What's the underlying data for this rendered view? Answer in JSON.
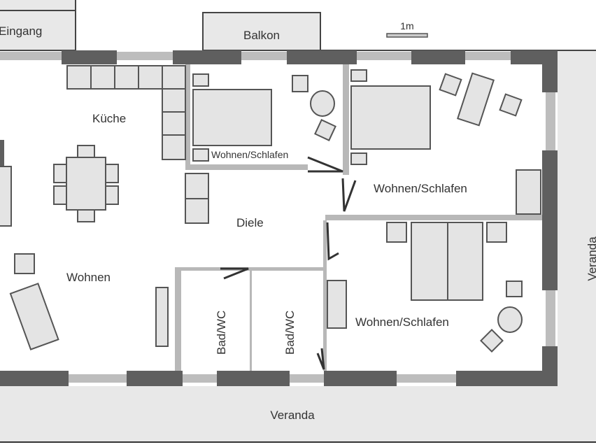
{
  "plan": {
    "scale_label": "1m",
    "rooms": {
      "entrance": "Eingang",
      "balcony": "Balkon",
      "kitchen": "Küche",
      "bedroom_1": "Wohnen/Schlafen",
      "bedroom_2": "Wohnen/Schlafen",
      "bedroom_3": "Wohnen/Schlafen",
      "hallway": "Diele",
      "living": "Wohnen",
      "bath_1": "Bad/WC",
      "bath_2": "Bad/WC",
      "veranda_bottom": "Veranda",
      "veranda_right": "Veranda"
    }
  }
}
